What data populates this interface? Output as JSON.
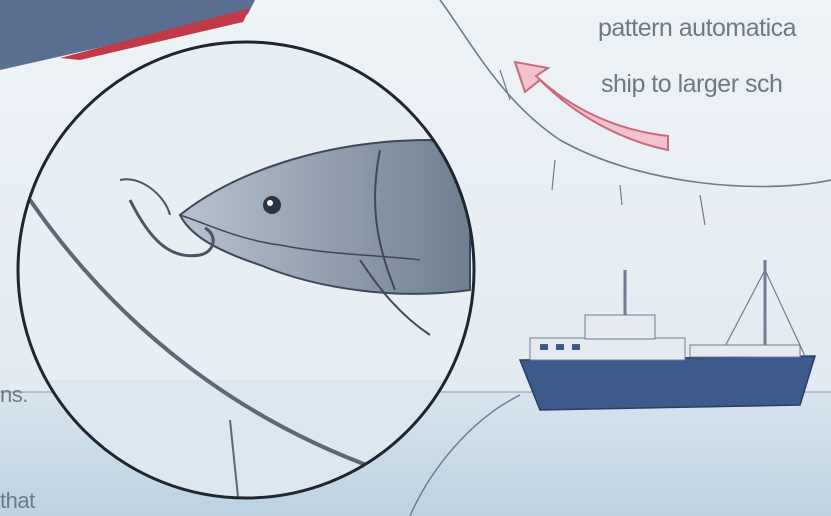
{
  "caption": {
    "line1": "pattern automatica",
    "line2": "ship to larger sch",
    "fragment_left_1": "ns.",
    "fragment_left_2": "that"
  },
  "colors": {
    "sky": "#dfe8f0",
    "sea": "#c9dbe7",
    "hull": "#3d5a8c",
    "arrow": "#e8a5b2",
    "fish": "#8a97a8"
  }
}
